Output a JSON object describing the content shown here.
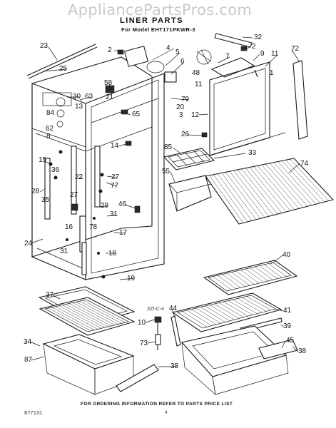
{
  "watermark": "AppliancePartsPros.com",
  "title": "LINER PARTS",
  "subtitle": "For Model EHT171PKWR-3",
  "footer": "FOR ORDERING INFORMATION REFER TO PARTS PRICE LIST",
  "code_left": "877131",
  "page_number": "4",
  "code_mid": "3ZI-C-4",
  "part_numbers": {
    "p2a": "2",
    "p4": "4",
    "p5": "5",
    "p6": "6",
    "p7": "7",
    "p32": "32",
    "p2b": "2",
    "p9": "9",
    "p11a": "11",
    "p72": "72",
    "p1": "1",
    "p23": "23",
    "p25": "25",
    "p30": "30",
    "p63": "63",
    "p58": "58",
    "p21": "21",
    "p48": "48",
    "p11b": "11",
    "p79": "79",
    "p20": "20",
    "p3": "3",
    "p12": "12",
    "p13": "13",
    "p84": "84",
    "p62": "62",
    "p65": "65",
    "p8": "8",
    "p26": "26",
    "p14": "14",
    "p85": "85",
    "p33": "33",
    "p15": "15",
    "p22": "22",
    "p36": "36",
    "p55": "55",
    "p74": "74",
    "p28": "28",
    "p27a": "27",
    "p27b": "27",
    "p77": "77",
    "p35": "35",
    "p46": "46",
    "p29": "29",
    "p31a": "31",
    "p16": "16",
    "p78": "78",
    "p17": "17",
    "p24": "24",
    "p31b": "31",
    "p18": "18",
    "p19": "19",
    "p40": "40",
    "p37": "37",
    "p44": "44",
    "p41": "41",
    "p10": "10",
    "p39": "39",
    "p34": "34",
    "p73": "73",
    "p45": "45",
    "p87": "87",
    "p38a": "38",
    "p38b": "38"
  }
}
